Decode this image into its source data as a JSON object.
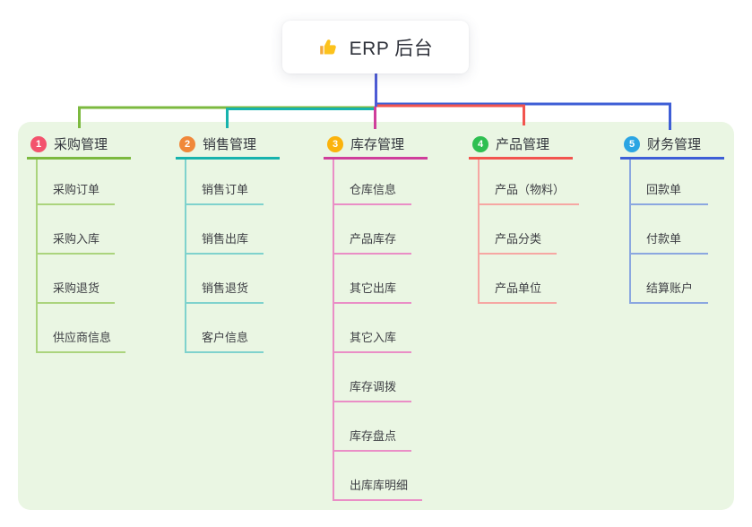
{
  "root": {
    "title": "ERP 后台",
    "icon": "thumbs-up-icon"
  },
  "colors": {
    "page_bg": "#ffffff",
    "panel_bg": "#eaf6e3",
    "root_line": "#4d5bd5",
    "title_text": "#33363d",
    "item_text": "#3f4045"
  },
  "branches": [
    {
      "index": "1",
      "title": "采购管理",
      "color": "#7cb93f",
      "light": "#abd47d",
      "badge": "#f3536d",
      "items": [
        "采购订单",
        "采购入库",
        "采购退货",
        "供应商信息"
      ]
    },
    {
      "index": "2",
      "title": "销售管理",
      "color": "#17b3ad",
      "light": "#7fd2cd",
      "badge": "#f0883a",
      "items": [
        "销售订单",
        "销售出库",
        "销售退货",
        "客户信息"
      ]
    },
    {
      "index": "3",
      "title": "库存管理",
      "color": "#cf3e9b",
      "light": "#ea8ec6",
      "badge": "#fbb30c",
      "items": [
        "仓库信息",
        "产品库存",
        "其它出库",
        "其它入库",
        "库存调拨",
        "库存盘点",
        "出库库明细"
      ]
    },
    {
      "index": "4",
      "title": "产品管理",
      "color": "#f2544e",
      "light": "#f6a7a3",
      "badge": "#2ebf51",
      "items": [
        "产品（物料）",
        "产品分类",
        "产品单位"
      ]
    },
    {
      "index": "5",
      "title": "财务管理",
      "color": "#3e5ed6",
      "light": "#8ba7e0",
      "badge": "#2ba5e3",
      "items": [
        "回款单",
        "付款单",
        "结算账户"
      ]
    }
  ]
}
